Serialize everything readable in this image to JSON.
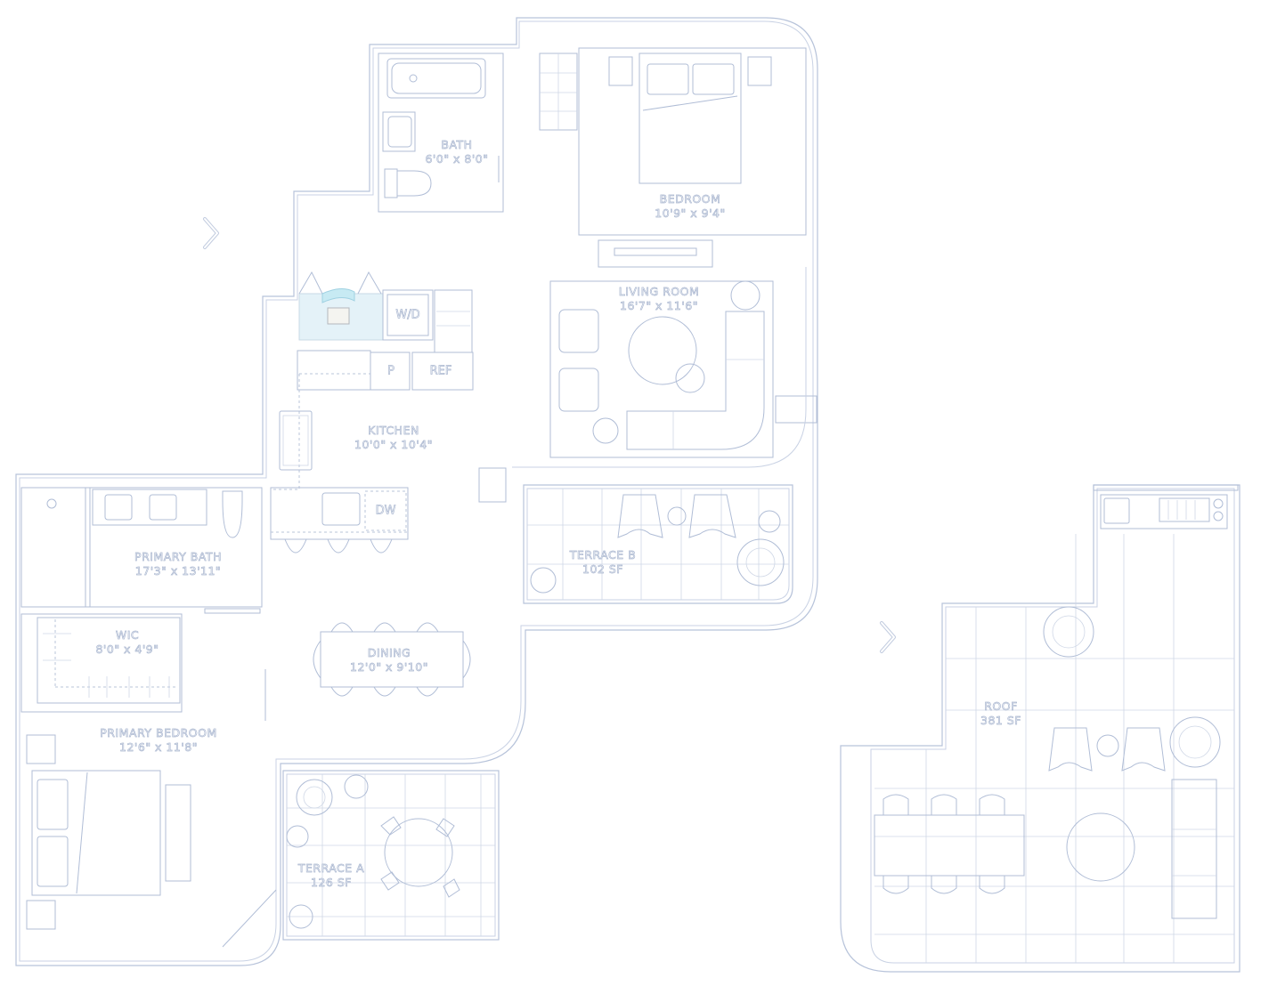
{
  "plan": {
    "colors": {
      "line": "#b7c3da",
      "text_outline": "#aab7d0",
      "glass": "#dff0f7",
      "background": "#ffffff"
    },
    "rooms": [
      {
        "id": "bath",
        "name": "BATH",
        "dims": "6'0\" x 8'0\""
      },
      {
        "id": "bedroom",
        "name": "BEDROOM",
        "dims": "10'9\" x 9'4\""
      },
      {
        "id": "living",
        "name": "LIVING ROOM",
        "dims": "16'7\" x 11'6\""
      },
      {
        "id": "kitchen",
        "name": "KITCHEN",
        "dims": "10'0\" x 10'4\""
      },
      {
        "id": "primary_bath",
        "name": "PRIMARY BATH",
        "dims": "17'3\" x 13'11\""
      },
      {
        "id": "wic",
        "name": "WIC",
        "dims": "8'0\" x 4'9\""
      },
      {
        "id": "dining",
        "name": "DINING",
        "dims": "12'0\" x 9'10\""
      },
      {
        "id": "primary_bedroom",
        "name": "PRIMARY BEDROOM",
        "dims": "12'6\" x 11'8\""
      },
      {
        "id": "terrace_a",
        "name": "TERRACE A",
        "dims": "126 SF"
      },
      {
        "id": "terrace_b",
        "name": "TERRACE B",
        "dims": "102 SF"
      },
      {
        "id": "roof",
        "name": "ROOF",
        "dims": "381 SF"
      }
    ],
    "appliances": {
      "wd": "W/D",
      "pantry": "P",
      "ref": "REF",
      "dw": "DW"
    },
    "nav": {
      "left_arrow_icon": "chevron-right-icon",
      "right_arrow_icon": "chevron-right-icon"
    }
  }
}
